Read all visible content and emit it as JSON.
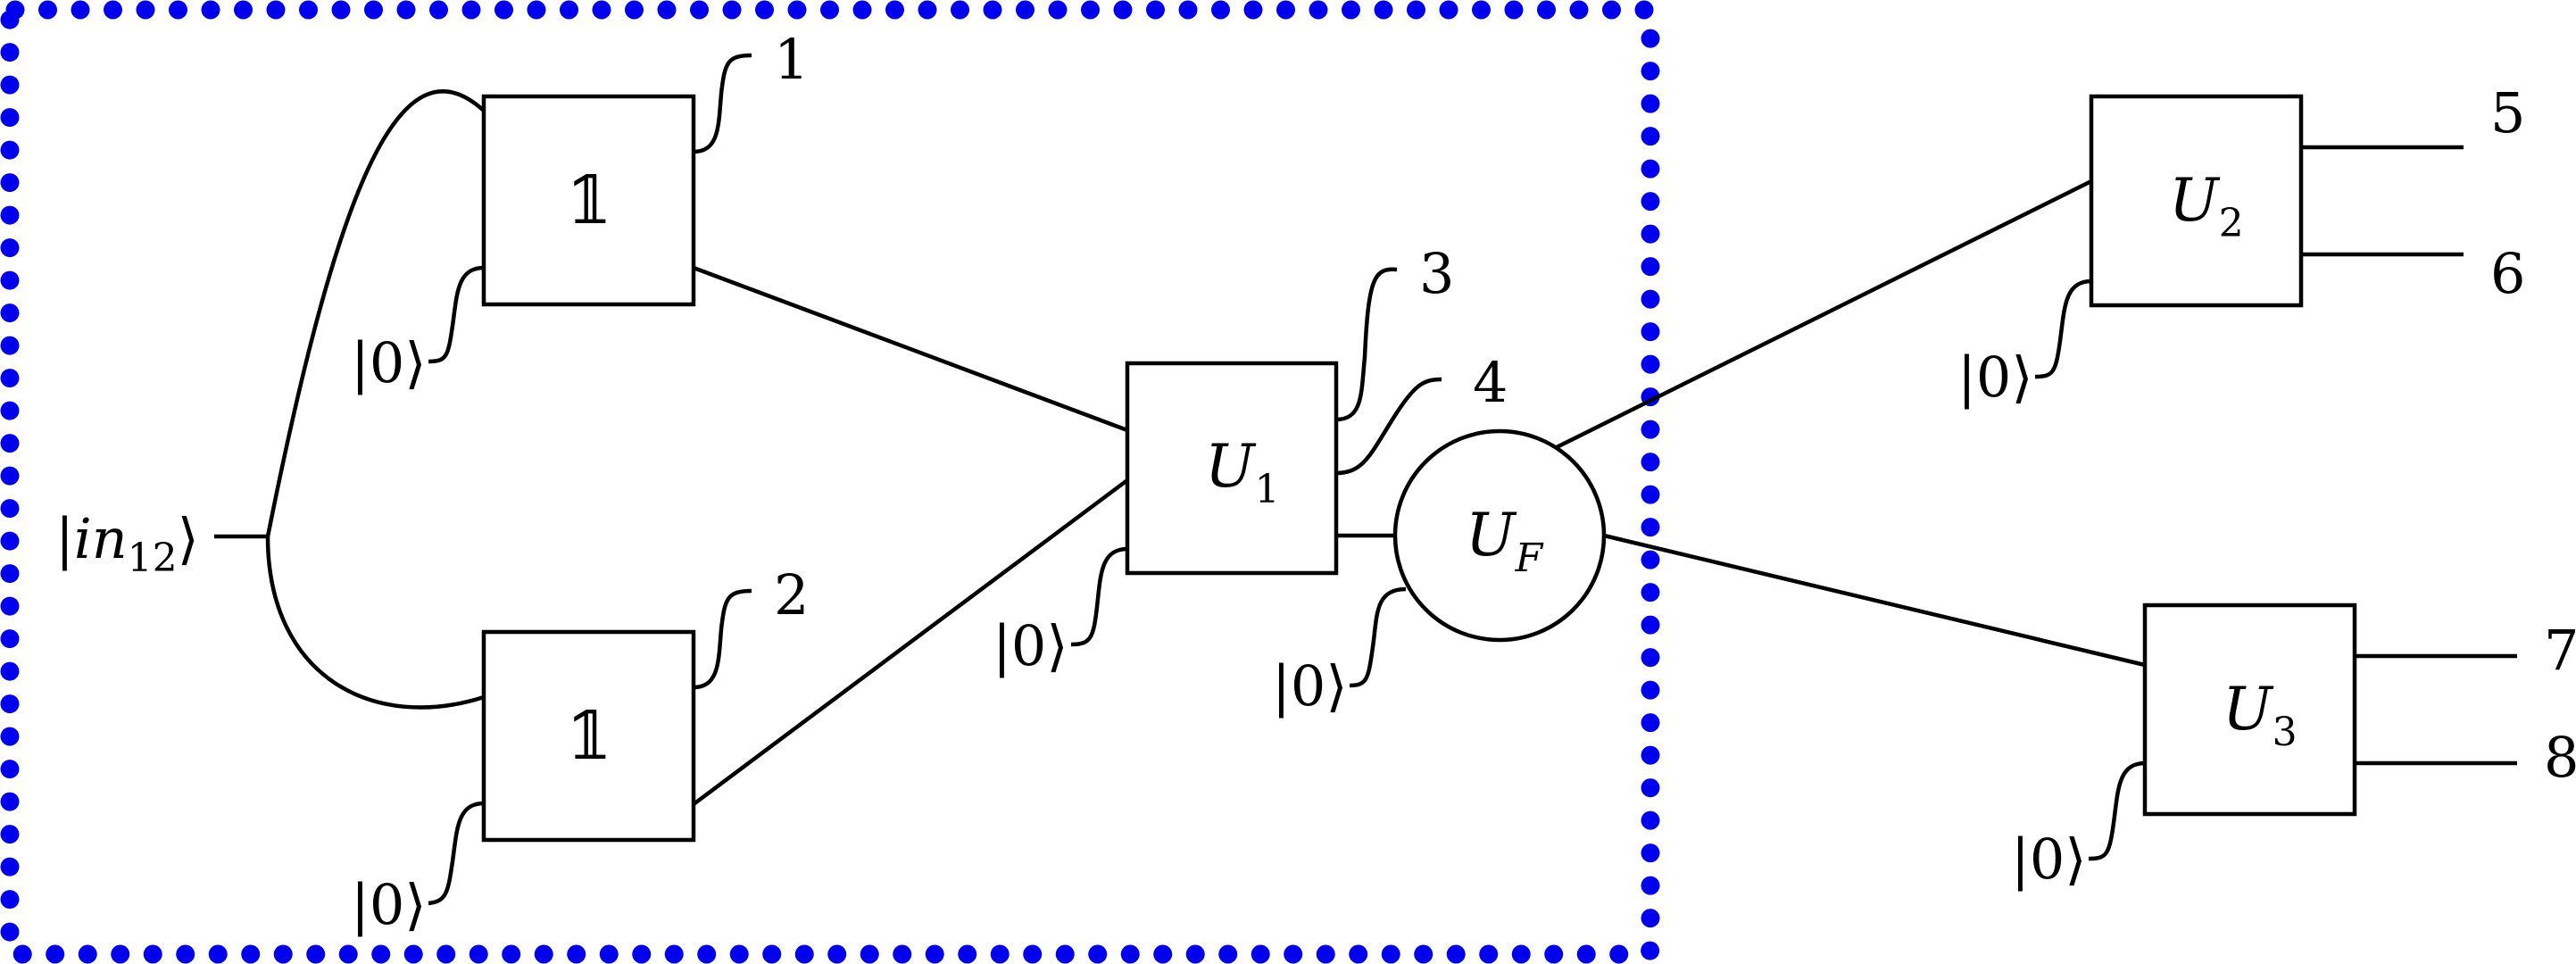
{
  "input": {
    "ket_open": "|",
    "name": "in",
    "subscript": "12",
    "ket_close": "⟩"
  },
  "ancilla": {
    "text": "|0⟩"
  },
  "gates": {
    "identity_top": "𝟙",
    "identity_bottom": "𝟙",
    "u1": {
      "main": "U",
      "sub": "1"
    },
    "uf": {
      "main": "U",
      "sub": "F"
    },
    "u2": {
      "main": "U",
      "sub": "2"
    },
    "u3": {
      "main": "U",
      "sub": "3"
    }
  },
  "outputs": {
    "o1": "1",
    "o2": "2",
    "o3": "3",
    "o4": "4",
    "o5": "5",
    "o6": "6",
    "o7": "7",
    "o8": "8"
  },
  "colors": {
    "frame": "#0000ee",
    "lines": "#000000"
  }
}
